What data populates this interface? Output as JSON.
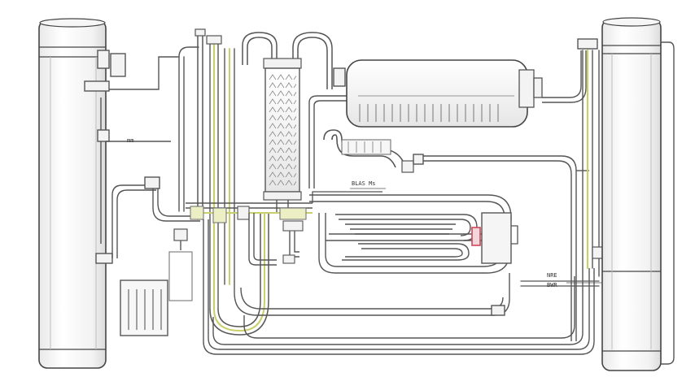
{
  "diagram": {
    "title": "",
    "labels": {
      "left_tag": "mm",
      "center_tag": "BLAS Ms",
      "right_tag_1": "NRE",
      "right_tag_2": "BWR"
    },
    "colors": {
      "pipe": "#555555",
      "pipe_accent": "#c9cf6a",
      "tank_fill": "#fbfbfb",
      "connector_highlight": "#d0455a"
    },
    "components": [
      "left-tall-tank",
      "right-tall-tank",
      "heat-exchanger",
      "horizontal-cylinder-tank",
      "serpentine-coil",
      "pump-box",
      "left-bottom-block"
    ]
  }
}
